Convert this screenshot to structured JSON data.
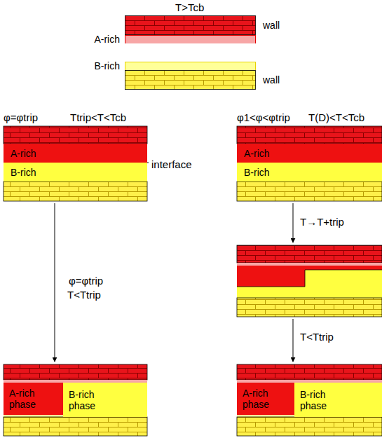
{
  "diagram": {
    "nodes": [
      {
        "text": [
          "wall"
        ]
      },
      {
        "text": [
          "A-rich"
        ]
      },
      {
        "text": [
          "B-rich"
        ]
      },
      {
        "text": [
          "wall"
        ]
      },
      {
        "text": [
          "A-rich"
        ]
      },
      {
        "text": [
          "B-rich"
        ]
      },
      {
        "text": [
          "A-rich"
        ]
      },
      {
        "text": [
          "B-rich"
        ]
      },
      {
        "text": [
          "A-rich phase"
        ]
      },
      {
        "text": [
          "B-rich phase"
        ]
      },
      {
        "text": [
          "A-rich phase"
        ]
      },
      {
        "text": [
          "B-rich phase"
        ]
      }
    ],
    "labels": [
      "T>Tcb",
      "φ=φtrip",
      "Ttrip<T<Tcb",
      "φ1<φ<φtrip",
      "T(D)<T<Tcb",
      "interface",
      "φ=φtrip",
      "T<Ttrip",
      "T→T+trip",
      "T<Ttrip"
    ]
  }
}
